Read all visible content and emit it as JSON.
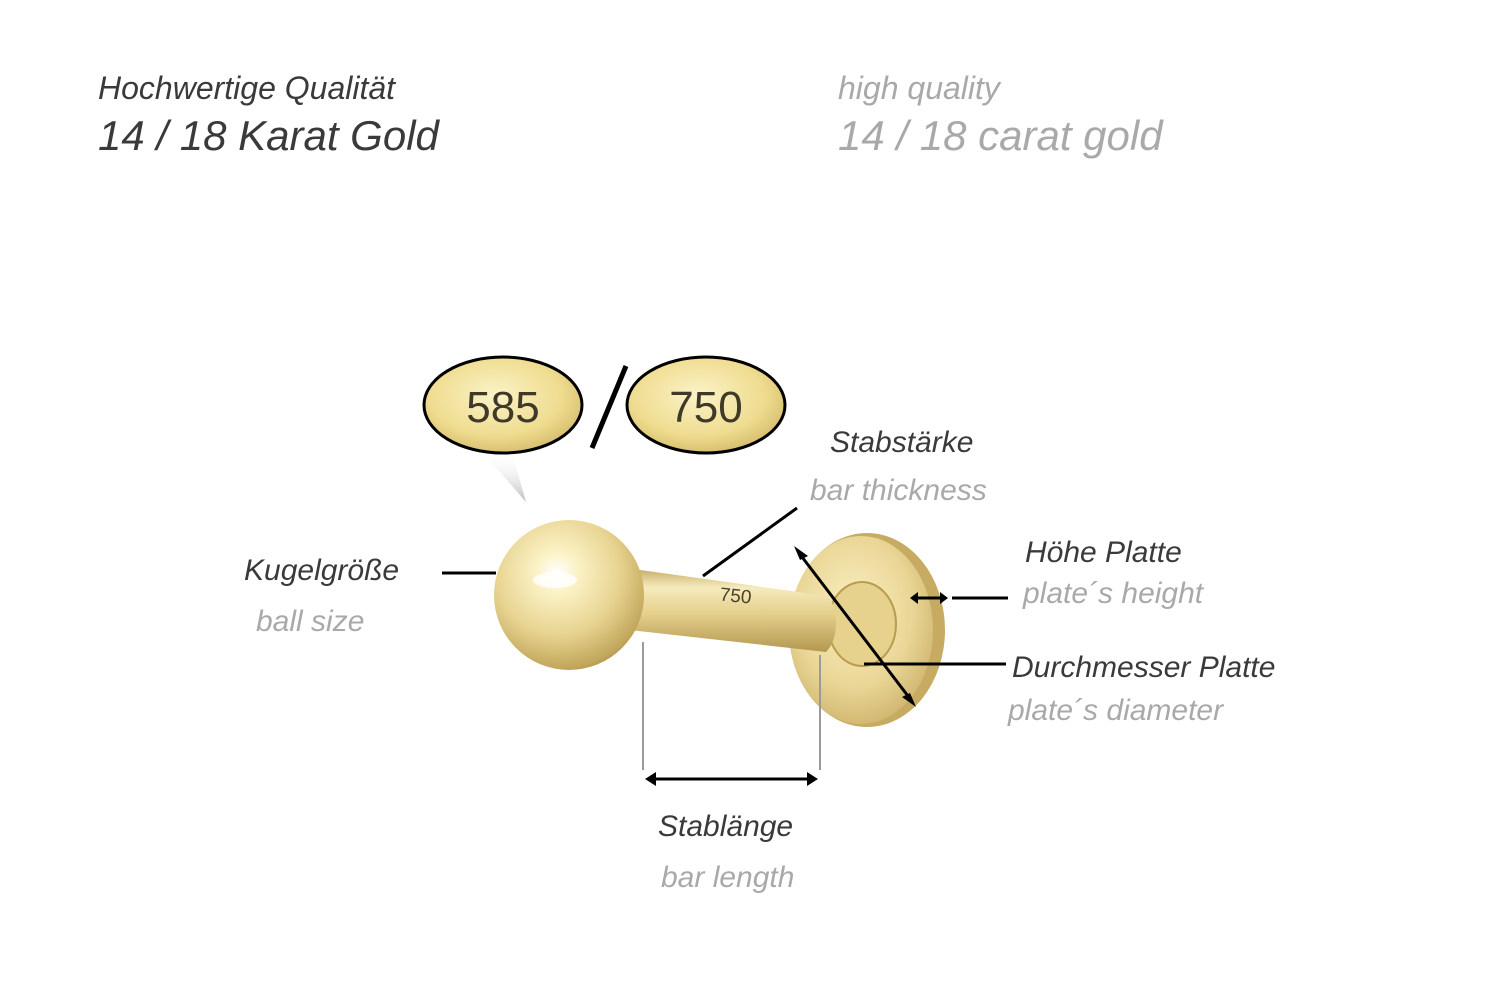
{
  "header": {
    "de_line1": "Hochwertige Qualität",
    "de_line2": "14 / 18 Karat Gold",
    "en_line1": "high quality",
    "en_line2": "14 / 18 carat gold"
  },
  "hallmarks": {
    "left": "585",
    "separator": "/",
    "right": "750",
    "bar_engraving": "750"
  },
  "labels": {
    "ball_size_de": "Kugelgröße",
    "ball_size_en": "ball size",
    "bar_thickness_de": "Stabstärke",
    "bar_thickness_en": "bar thickness",
    "plate_height_de": "Höhe Platte",
    "plate_height_en": "plate´s height",
    "plate_diameter_de": "Durchmesser Platte",
    "plate_diameter_en": "plate´s diameter",
    "bar_length_de": "Stablänge",
    "bar_length_en": "bar length"
  },
  "colors": {
    "gold_light": "#fbf2c6",
    "gold_mid": "#e8d491",
    "gold_dark": "#b99c4e",
    "label_de": "#3a3a3a",
    "label_en": "#a9a9a9"
  }
}
